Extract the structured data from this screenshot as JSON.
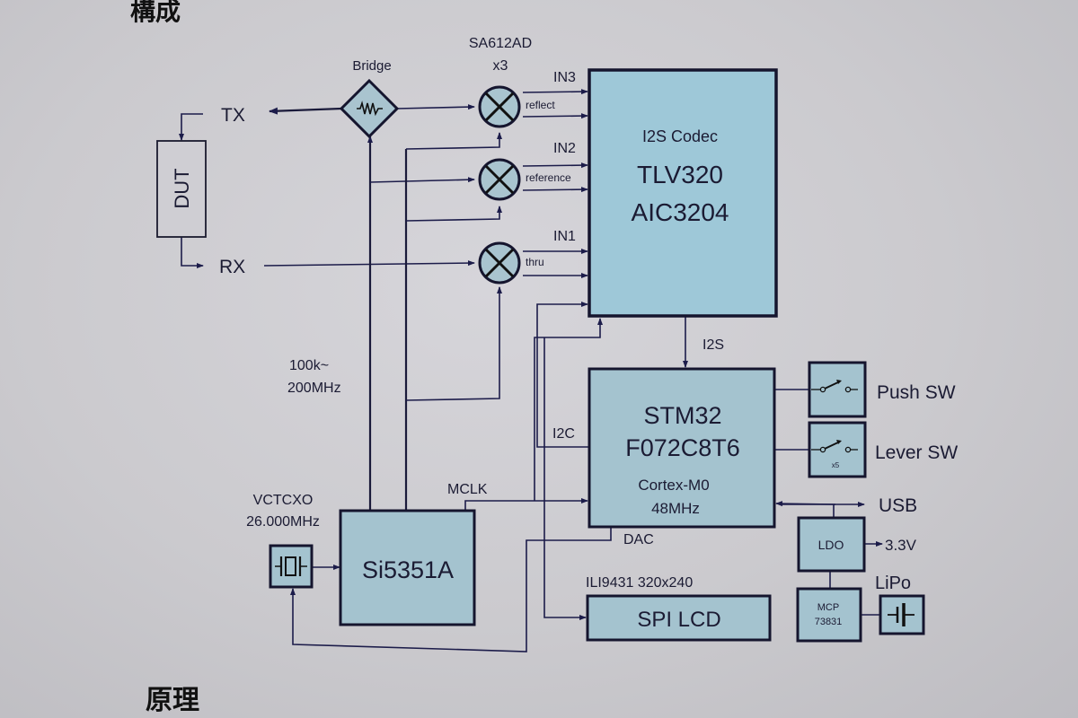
{
  "headings": {
    "top": "構成",
    "bottom": "原理"
  },
  "signals": {
    "tx": "TX",
    "rx": "RX",
    "dut": "DUT",
    "bridge": "Bridge",
    "mixer_part": "SA612AD",
    "mixer_count": "x3",
    "in3": "IN3",
    "in2": "IN2",
    "in1": "IN1",
    "reflect": "reflect",
    "reference": "reference",
    "thru": "thru",
    "freq_range_1": "100k~",
    "freq_range_2": "200MHz",
    "i2s": "I2S",
    "i2c": "I2C",
    "mclk": "MCLK",
    "dac": "DAC",
    "usb": "USB",
    "v33": "3.3V",
    "lipo": "LiPo"
  },
  "blocks": {
    "codec": {
      "line1": "I2S Codec",
      "line2": "TLV320",
      "line3": "AIC3204"
    },
    "mcu": {
      "line1": "STM32",
      "line2": "F072C8T6",
      "line3": "Cortex-M0",
      "line4": "48MHz"
    },
    "clockgen": {
      "label": "Si5351A"
    },
    "vctcxo": {
      "line1": "VCTCXO",
      "line2": "26.000MHz"
    },
    "lcd": {
      "title": "ILI9431 320x240",
      "label": "SPI LCD"
    },
    "push_sw": {
      "label": "Push SW"
    },
    "lever_sw": {
      "label": "Lever SW",
      "count": "x5"
    },
    "ldo": {
      "label": "LDO"
    },
    "charger": {
      "line1": "MCP",
      "line2": "73831"
    }
  },
  "icons": {
    "mixer": "mixer-cross-circle-icon",
    "bridge": "resistor-diamond-icon",
    "switch": "switch-icon",
    "crystal": "crystal-icon",
    "battery": "battery-icon"
  },
  "colors": {
    "block_fill": "#a9c4cf",
    "line": "#1c1c4a",
    "background": "#cbcace"
  }
}
